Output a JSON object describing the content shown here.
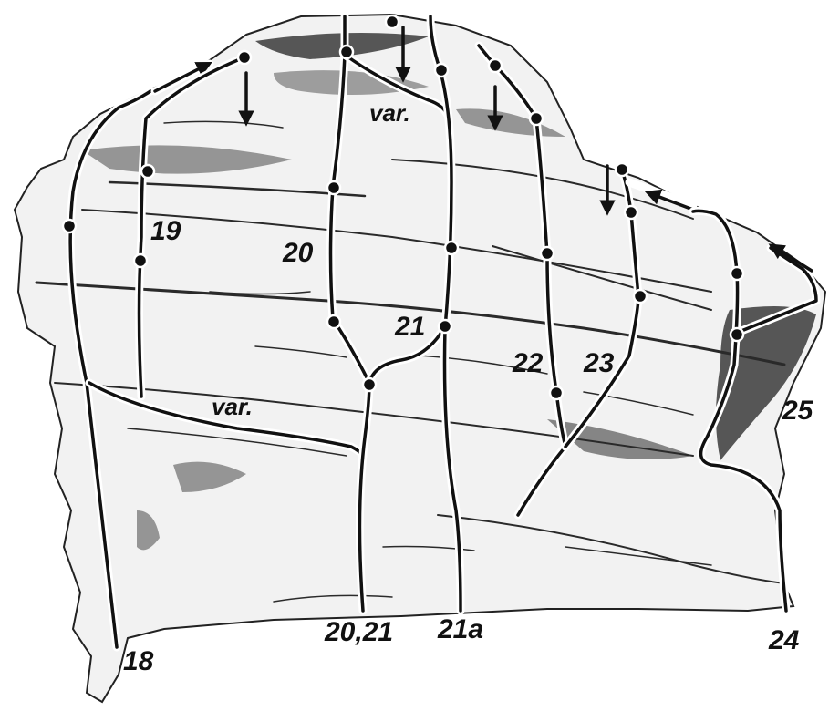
{
  "labels": {
    "r18": "18",
    "r19": "19",
    "r20": "20",
    "r21": "21",
    "r20_21": "20,21",
    "r21a": "21a",
    "r22": "22",
    "r23": "23",
    "r24": "24",
    "r25": "25",
    "var_top": "var.",
    "var_left": "var."
  },
  "colors": {
    "rock_fill": "#f2f2f2",
    "rock_shadow": "#3a3a3a",
    "route_line": "#111111",
    "route_outline": "#ffffff"
  }
}
